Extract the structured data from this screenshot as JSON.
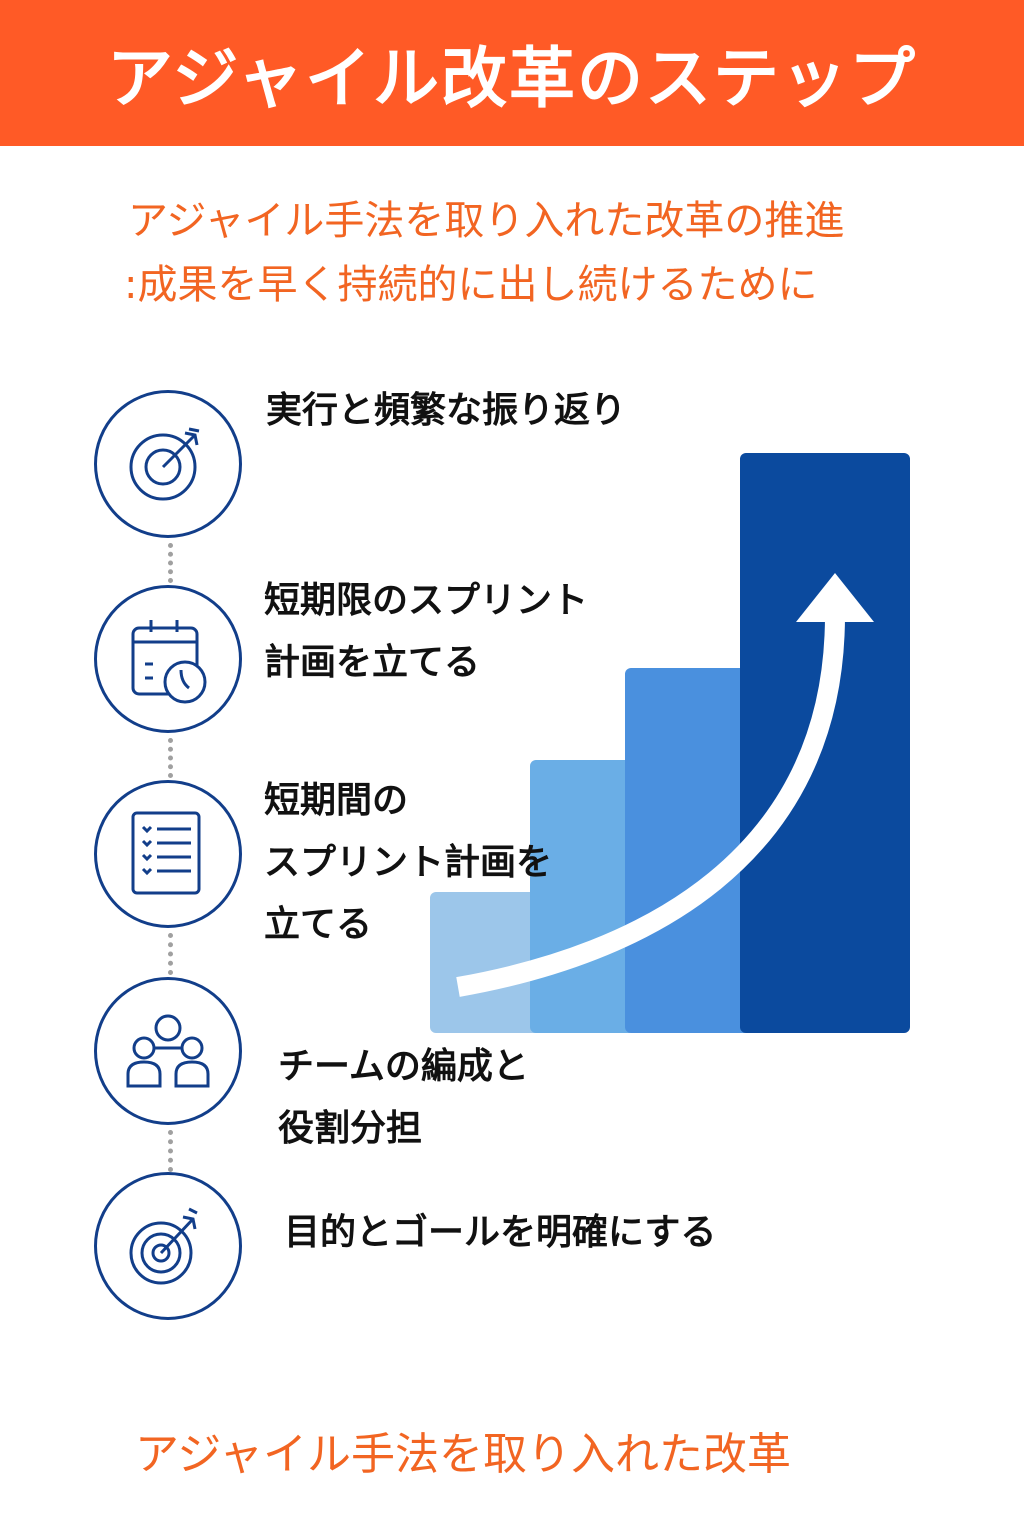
{
  "header": {
    "title": "アジャイル改革のステップ"
  },
  "subtitle": {
    "line1": "アジャイル手法を取り入れた改革の推進",
    "line2": ":成果を早く持続的に出し続けるために"
  },
  "steps": [
    {
      "icon": "target-icon",
      "lines": [
        "実行と頻繁な振り返り"
      ]
    },
    {
      "icon": "calendar-clock-icon",
      "lines": [
        "短期限のスプリント",
        "計画を立てる"
      ]
    },
    {
      "icon": "checklist-icon",
      "lines": [
        "短期間の",
        "スプリント計画を",
        "立てる"
      ]
    },
    {
      "icon": "team-icon",
      "lines": [
        "チームの編成と",
        "役割分担"
      ]
    },
    {
      "icon": "target-icon",
      "lines": [
        "目的とゴールを明確にする"
      ]
    }
  ],
  "growth_graphic": {
    "bar_levels": [
      1,
      2,
      3,
      4
    ],
    "bar_colors": [
      "#9CC6EA",
      "#6AAEE6",
      "#4A90DE",
      "#0B4A9E"
    ],
    "arrow": "upward-curved-arrow"
  },
  "footer": {
    "text": "アジャイル手法を取り入れた改革"
  },
  "colors": {
    "accent": "#FF5A26",
    "icon_stroke": "#123E8A"
  }
}
